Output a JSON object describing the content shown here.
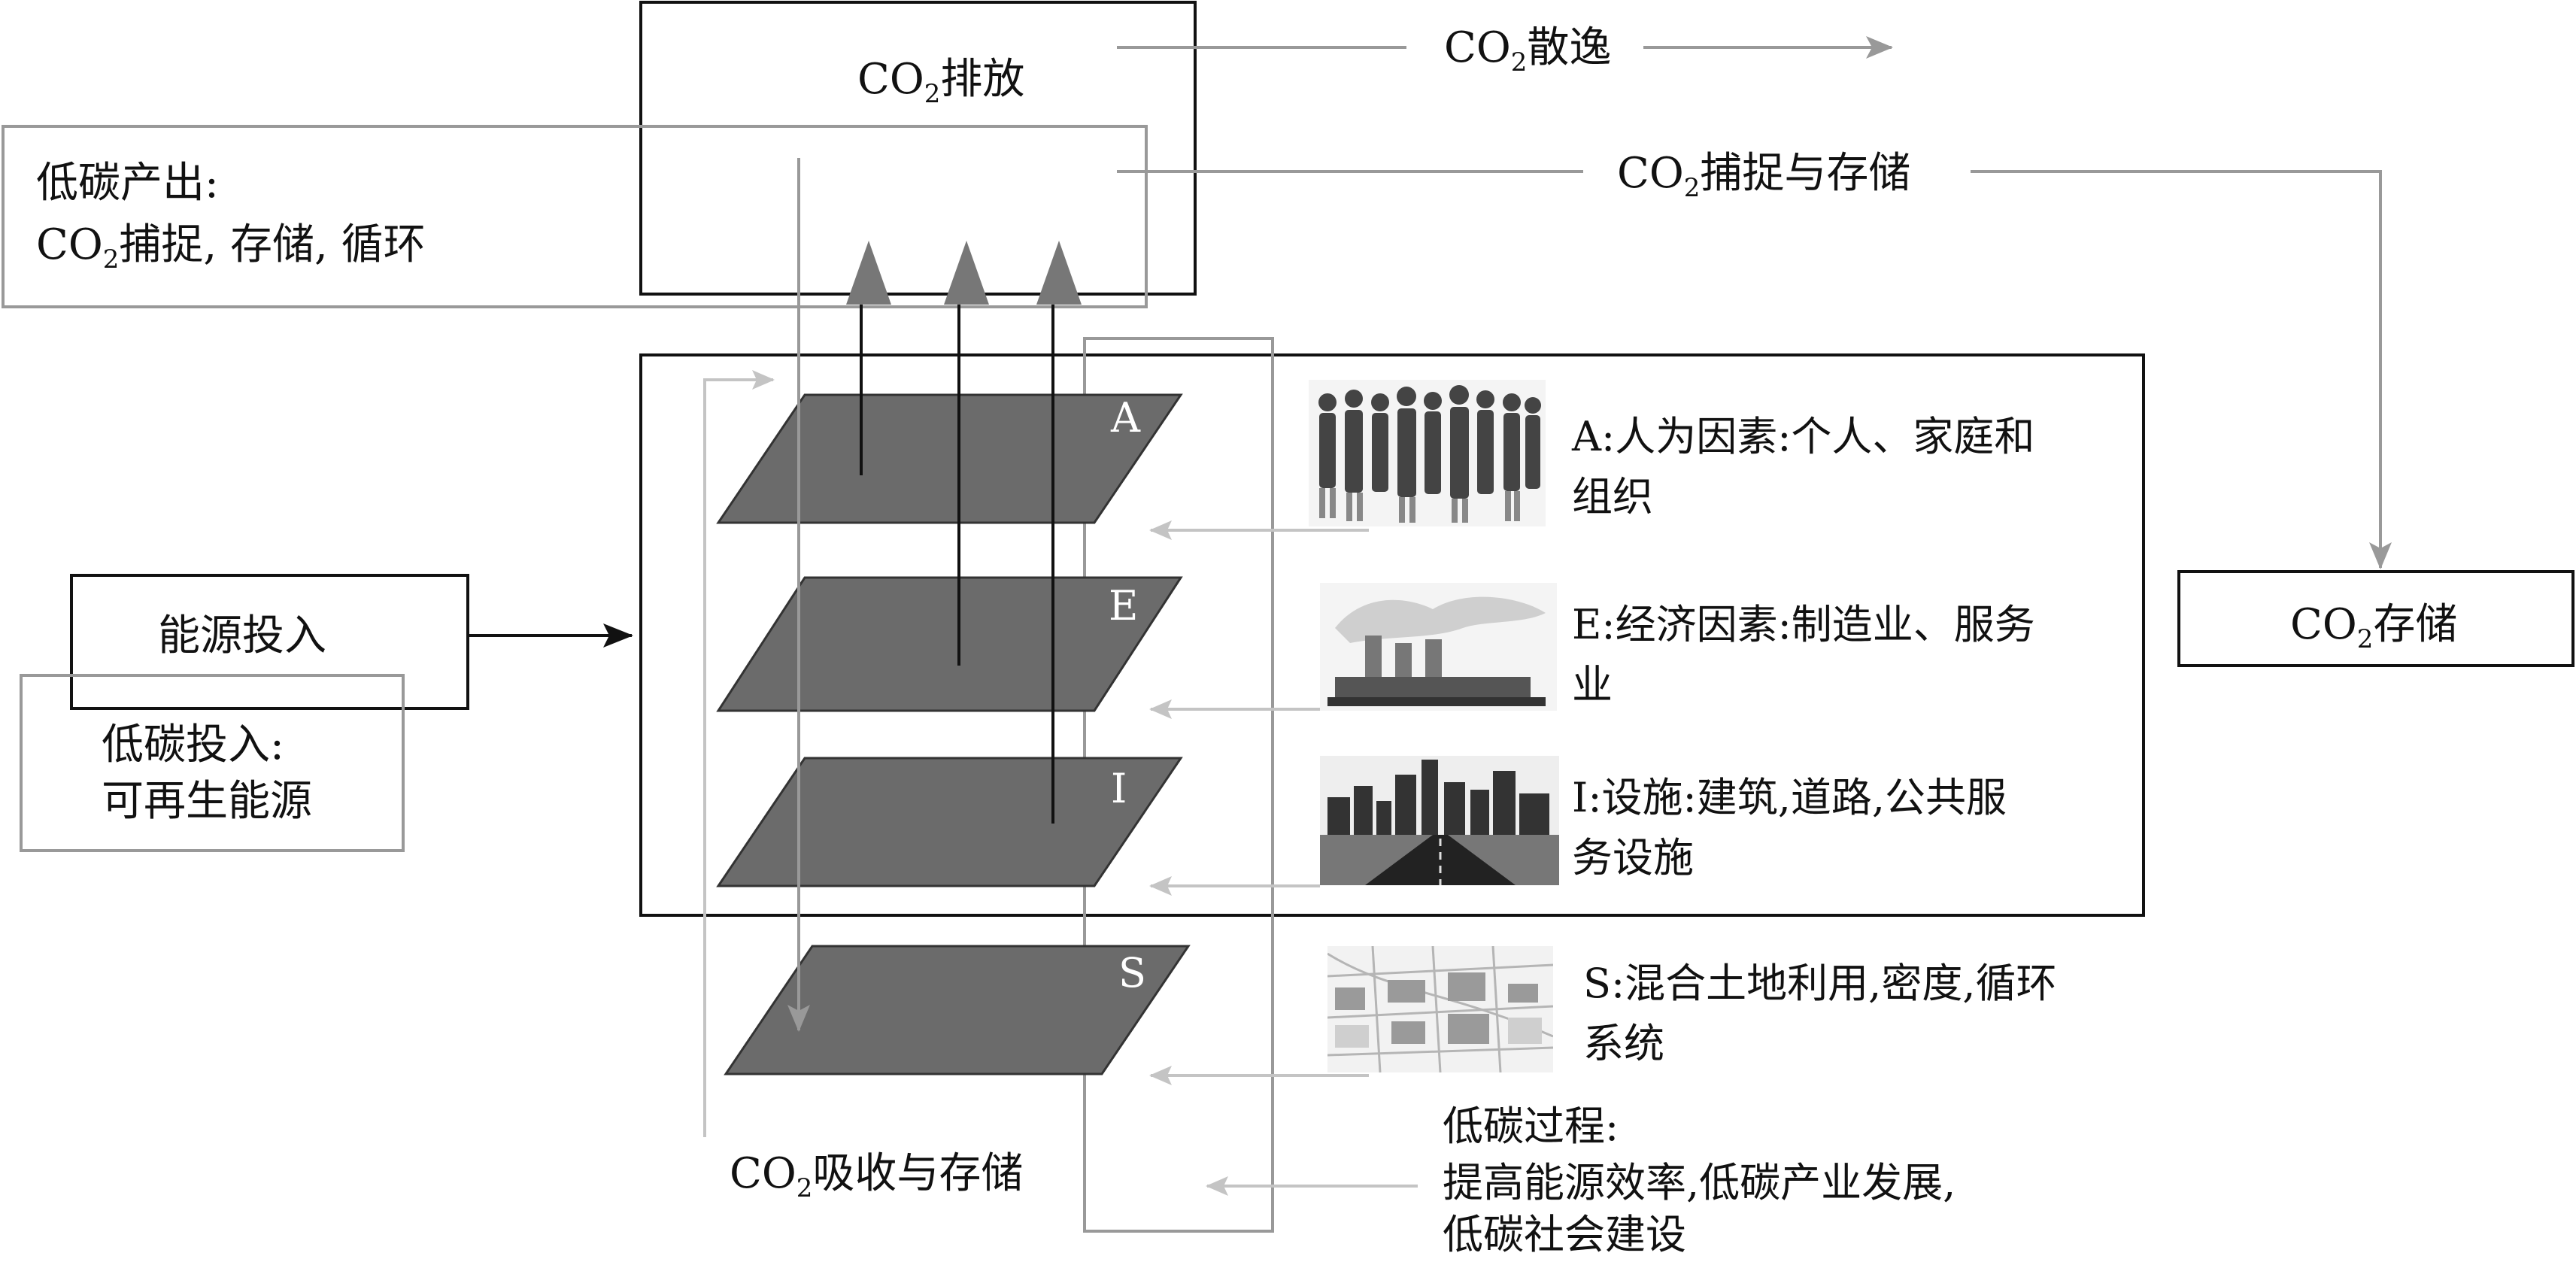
{
  "co2_emission": {
    "prefix": "CO",
    "sub": "2",
    "suffix": "排放"
  },
  "co2_escape": {
    "prefix": "CO",
    "sub": "2",
    "suffix": "散逸"
  },
  "co2_capture_storage": {
    "prefix": "CO",
    "sub": "2",
    "suffix": "捕捉与存储"
  },
  "co2_storage": {
    "prefix": "CO",
    "sub": "2",
    "suffix": "存储"
  },
  "co2_absorb_storage": {
    "prefix": "CO",
    "sub": "2",
    "suffix": "吸收与存储"
  },
  "low_carbon_output": {
    "line1": "低碳产出:",
    "line2_prefix": "CO",
    "line2_sub": "2",
    "line2_suffix": "捕捉, 存储, 循环"
  },
  "energy_input": "能源投入",
  "low_carbon_input": {
    "line1": "低碳投入:",
    "line2": "可再生能源"
  },
  "layers": [
    {
      "letter": "A",
      "desc_line1": "A:人为因素:个人、家庭和",
      "desc_line2": "组织"
    },
    {
      "letter": "E",
      "desc_line1": "E:经济因素:制造业、服务",
      "desc_line2": "业"
    },
    {
      "letter": "I",
      "desc_line1": "I:设施:建筑,道路,公共服",
      "desc_line2": "务设施"
    },
    {
      "letter": "S",
      "desc_line1": "S:混合土地利用,密度,循环",
      "desc_line2": "系统"
    }
  ],
  "low_carbon_process": {
    "line1": "低碳过程:",
    "line2": "提高能源效率,低碳产业发展,",
    "line3": "低碳社会建设"
  },
  "pictures": [
    "people-picture",
    "factory-picture",
    "city-picture",
    "map-picture"
  ],
  "colors": {
    "layer_fill": "#6b6b6b",
    "grey_line": "#999999",
    "dark_line": "#111111",
    "light_line": "#c4c4c4"
  }
}
